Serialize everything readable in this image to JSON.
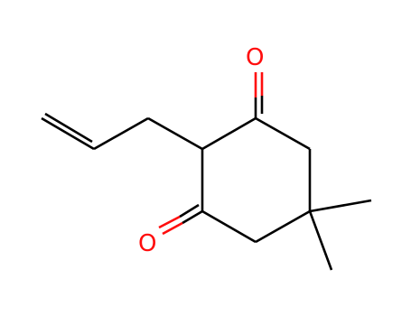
{
  "molecule": {
    "atoms": [
      {
        "id": "O1",
        "element": "O",
        "label": "O",
        "color": "#ff0d0d"
      },
      {
        "id": "O2",
        "element": "O",
        "label": "O",
        "color": "#ff0d0d"
      }
    ],
    "bond_color": "#000000",
    "heteroatom_color": "#ff0d0d"
  }
}
